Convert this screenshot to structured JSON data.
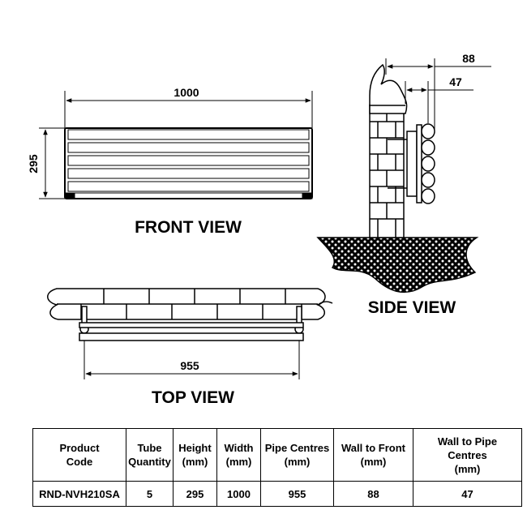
{
  "diagram": {
    "front_view": {
      "label": "FRONT VIEW",
      "width_dim": "1000",
      "height_dim": "295"
    },
    "side_view": {
      "label": "SIDE VIEW",
      "wall_to_front_dim": "88",
      "wall_to_pipe_dim": "47"
    },
    "top_view": {
      "label": "TOP VIEW",
      "pipe_centres_dim": "955"
    }
  },
  "spec_table": {
    "headers": {
      "product_code": "Product\nCode",
      "tube_quantity": "Tube\nQuantity",
      "height": "Height\n(mm)",
      "width": "Width\n(mm)",
      "pipe_centres": "Pipe Centres\n(mm)",
      "wall_to_front": "Wall to Front\n(mm)",
      "wall_to_pipe": "Wall to Pipe\nCentres\n(mm)"
    },
    "row": {
      "product_code": "RND-NVH210SA",
      "tube_quantity": "5",
      "height": "295",
      "width": "1000",
      "pipe_centres": "955",
      "wall_to_front": "88",
      "wall_to_pipe": "47"
    }
  }
}
